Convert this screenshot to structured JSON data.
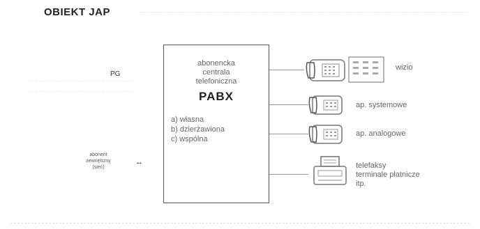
{
  "title": "OBIEKT JAP",
  "left_label": "PG",
  "left_note": [
    "abonent",
    "zewnętrzny",
    "(sieć)"
  ],
  "arrow": "↔",
  "pabx": {
    "description": [
      "abonencka",
      "centrala",
      "telefoniczna"
    ],
    "name": "PABX",
    "options": [
      "a) własna",
      "b) dzierżawiona",
      "c) wspólna"
    ]
  },
  "devices": [
    {
      "label": "wizio"
    },
    {
      "label": "ap. systemowe"
    },
    {
      "label": "ap. analogowe"
    },
    {
      "label": "telefaksy",
      "label2": "terminale płatnicze",
      "label3": "itp."
    }
  ]
}
